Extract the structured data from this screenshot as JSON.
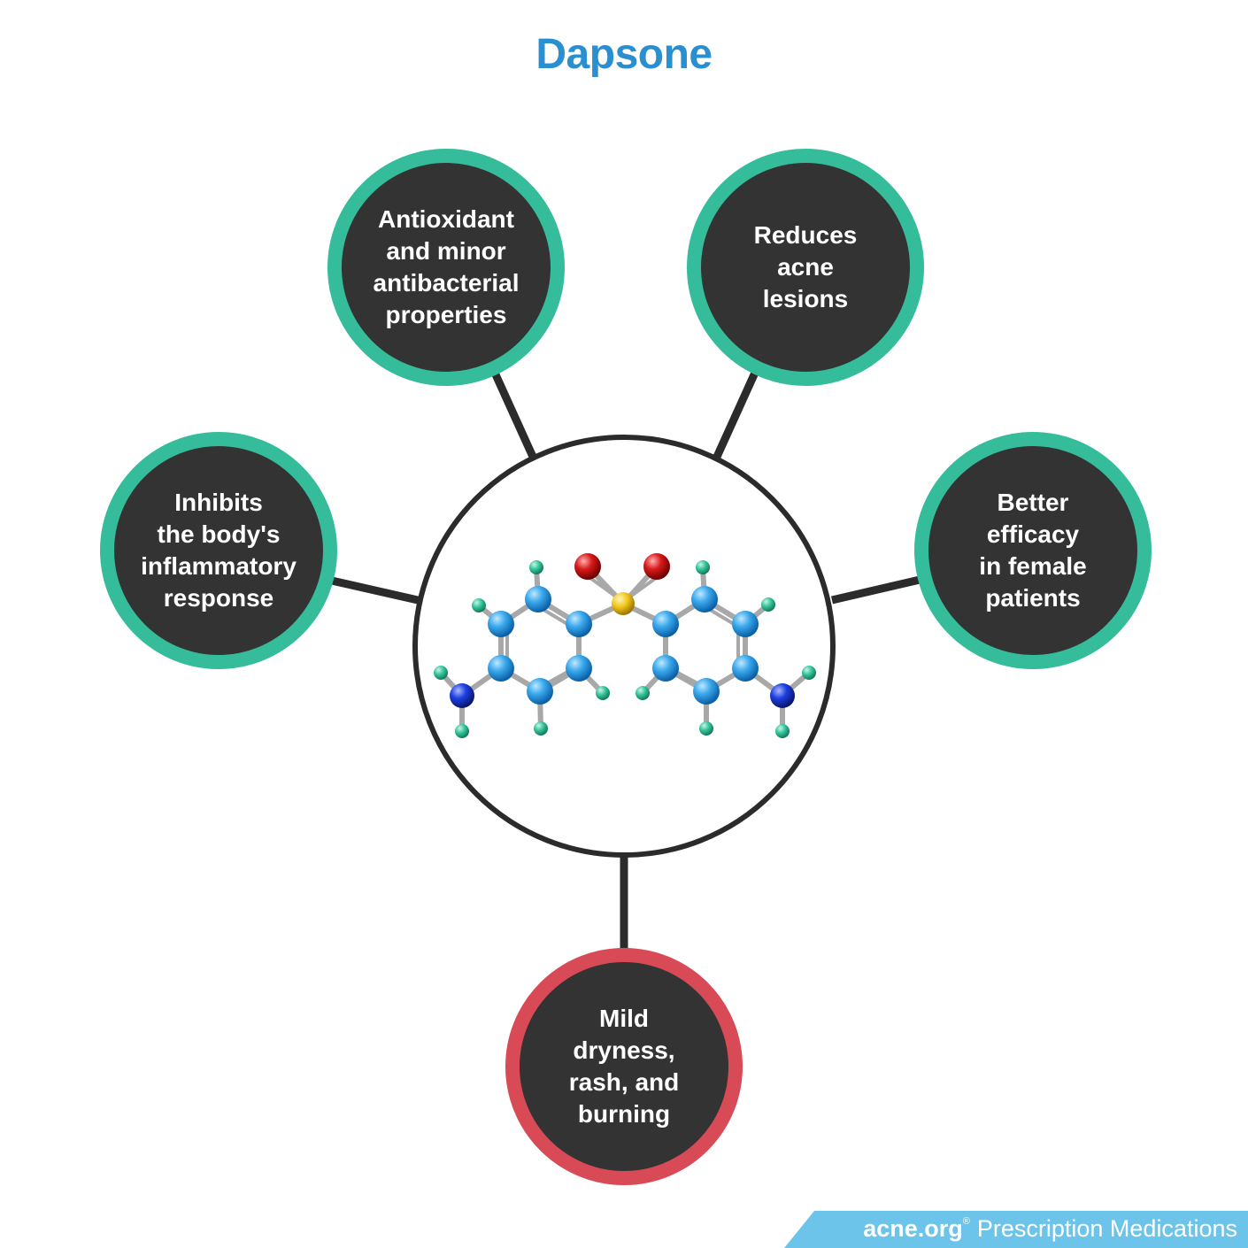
{
  "title": "Dapsone",
  "colors": {
    "title": "#2a8fd1",
    "node_fill": "#333333",
    "benefit_ring": "#34bc9b",
    "side_effect_ring": "#d84a55",
    "connector": "#2b2b2b",
    "footer_band": "#6cc4ea"
  },
  "nodes": [
    {
      "id": "antioxidant",
      "label": "Antioxidant\nand minor\nantibacterial\nproperties",
      "kind": "benefit"
    },
    {
      "id": "reduces-lesions",
      "label": "Reduces\nacne\nlesions",
      "kind": "benefit"
    },
    {
      "id": "inhibits-inflammation",
      "label": "Inhibits\nthe body's\ninflammatory\nresponse",
      "kind": "benefit"
    },
    {
      "id": "female-efficacy",
      "label": "Better\nefficacy\nin female\npatients",
      "kind": "benefit"
    },
    {
      "id": "side-effects",
      "label": "Mild\ndryness,\nrash, and\nburning",
      "kind": "side-effect"
    }
  ],
  "center": {
    "icon": "molecule-icon"
  },
  "footer": {
    "brand": "acne.org",
    "registered": "®",
    "section": "Prescription Medications"
  }
}
